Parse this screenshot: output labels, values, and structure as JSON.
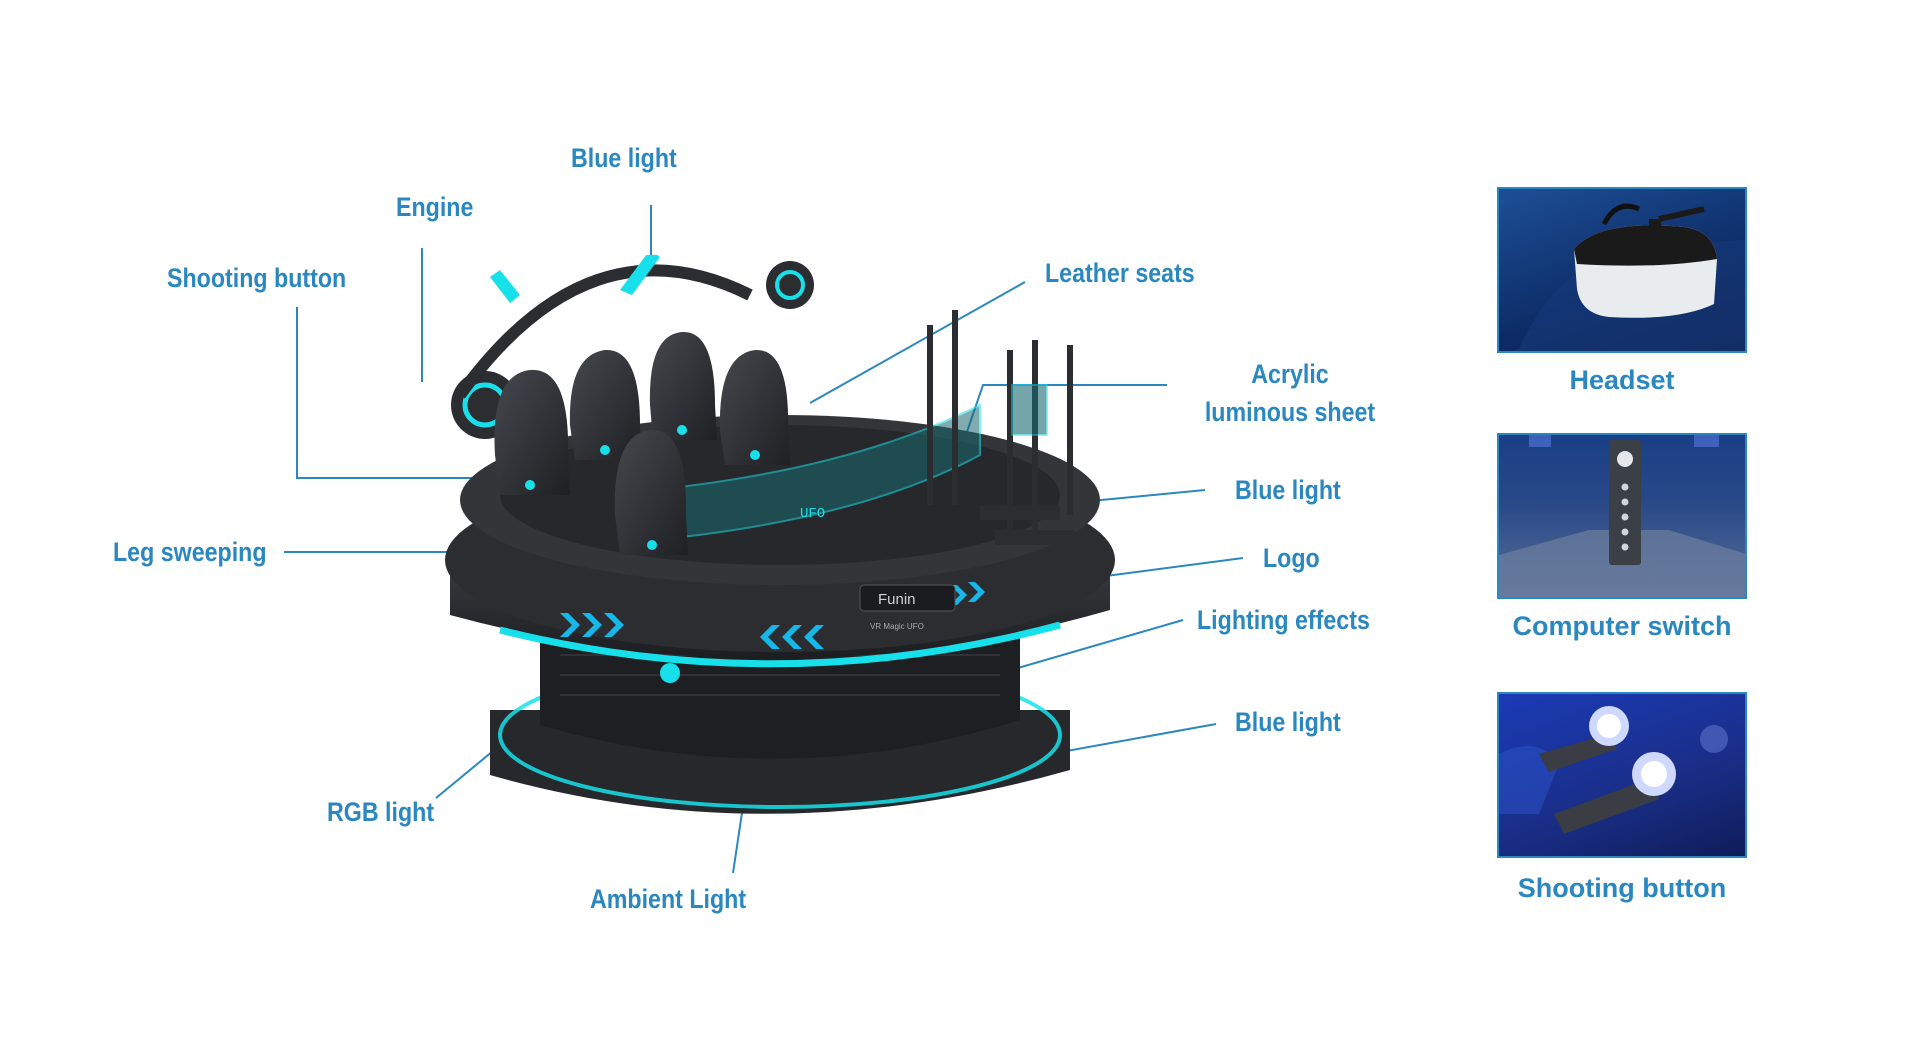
{
  "labels": {
    "blue_light_top": "Blue light",
    "engine": "Engine",
    "shooting_button": "Shooting button",
    "leather_seats": "Leather seats",
    "acrylic_line1": "Acrylic",
    "acrylic_line2": "luminous sheet",
    "blue_light_right": "Blue light",
    "logo": "Logo",
    "lighting_effects": "Lighting effects",
    "blue_light_bottom": "Blue light",
    "leg_sweeping": "Leg sweeping",
    "rgb_light": "RGB light",
    "ambient_light": "Ambient Light"
  },
  "panels": [
    {
      "caption": "Headset"
    },
    {
      "caption": "Computer switch"
    },
    {
      "caption": "Shooting button"
    }
  ],
  "machine": {
    "brand_text": "Funin",
    "screen_text": "UFO",
    "plate_text": "VR Magic UFO"
  },
  "colors": {
    "accent": "#2a87c0",
    "glow": "#18e0ea",
    "body": "#2b2d31"
  }
}
